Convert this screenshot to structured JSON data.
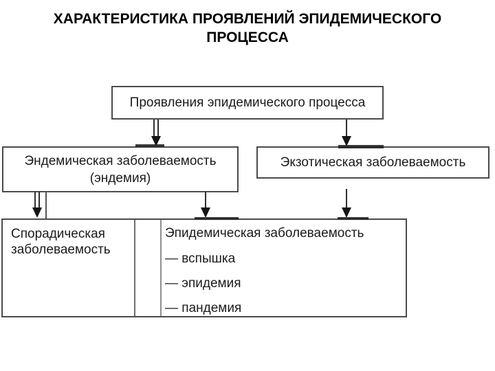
{
  "title": {
    "line1": "ХАРАКТЕРИСТИКА ПРОЯВЛЕНИЙ ЭПИДЕМИЧЕСКОГО",
    "line2": "ПРОЦЕССА"
  },
  "diagram": {
    "root": "Проявления эпидемического процесса",
    "endemic": {
      "line1": "Эндемическая заболеваемость",
      "line2": "(эндемия)"
    },
    "exotic": "Экзотическая заболеваемость",
    "sporadic": {
      "line1": "Спорадическая",
      "line2": "заболеваемость"
    },
    "epidemic": {
      "title": "Эпидемическая заболеваемость",
      "items": [
        "— вспышка",
        "— эпидемия",
        "— пандемия"
      ]
    }
  },
  "colors": {
    "background": "#ffffff",
    "border": "#4a4a4a",
    "text": "#1b1b1b",
    "arrow": "#141414"
  }
}
